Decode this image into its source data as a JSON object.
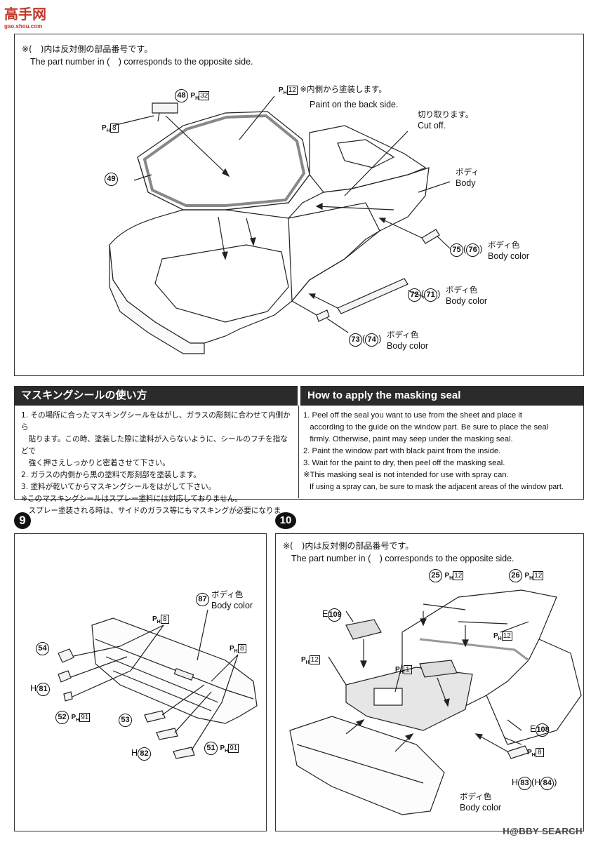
{
  "site_logo": {
    "main": "高手网",
    "sub": "gao.shou.com"
  },
  "top_panel": {
    "note_jp": "※(　)内は反対側の部品番号です。",
    "note_en": "The part number in (　) corresponds to the opposite side.",
    "labels": {
      "p48": "48",
      "p48_ph": "32",
      "ph8": "8",
      "p49": "49",
      "ph12": "12",
      "paint_jp": "※内側から塗装します。",
      "paint_en": "Paint on the back side.",
      "cut_jp": "切り取ります。",
      "cut_en": "Cut off.",
      "body_jp": "ボディ",
      "body_en": "Body",
      "p75": "75",
      "p76": "76",
      "p72": "72",
      "p71": "71",
      "p73": "73",
      "p74": "74",
      "bodycolor_jp": "ボディ色",
      "bodycolor_en": "Body color"
    }
  },
  "howto": {
    "title_jp": "マスキングシールの使い方",
    "title_en": "How to apply the masking seal",
    "jp_lines": [
      "1. その場所に合ったマスキングシールをはがし、ガラスの彫刻に合わせて内側から",
      "　貼ります。この時、塗装した際に塗料が入らないように、シールのフチを指などで",
      "　強く押さえしっかりと密着させて下さい。",
      "2. ガラスの内側から黒の塗料で彫刻部を塗装します。",
      "3. 塗料が乾いてからマスキングシールをはがして下さい。",
      "※このマスキングシールはスプレー塗料には対応しておりません。",
      "　スプレー塗装される時は、サイドのガラス等にもマスキングが必要になります。"
    ],
    "en_lines": [
      "1. Peel off the seal you want to use from the sheet and place it",
      "   according to the guide on the window part. Be sure to place the seal",
      "   firmly. Otherwise, paint may seep under the masking seal.",
      "2. Paint the window part with black paint from the inside.",
      "3. Wait for the paint to dry, then peel off the masking seal.",
      "※This masking seal is not intended for use with spray can.",
      "   If using a spray can, be sure to mask the adjacent areas of the window part."
    ]
  },
  "step9": {
    "number": "9",
    "labels": {
      "p87": "87",
      "bodycolor_jp": "ボディ色",
      "bodycolor_en": "Body color",
      "ph8a": "8",
      "ph8b": "8",
      "p54": "54",
      "h81": "81",
      "p52": "52",
      "ph91a": "91",
      "p53": "53",
      "h82": "82",
      "p51": "51",
      "ph91b": "91",
      "h_prefix": "H"
    }
  },
  "step10": {
    "number": "10",
    "note_jp": "※(　)内は反対側の部品番号です。",
    "note_en": "The part number in (　) corresponds to the opposite side.",
    "labels": {
      "p25": "25",
      "ph12a": "12",
      "p26": "26",
      "ph12b": "12",
      "e109": "109",
      "ph12c": "12",
      "ph12d": "12",
      "ph1": "1",
      "e108": "108",
      "ph8": "8",
      "h83": "83",
      "h84": "84",
      "bodycolor_jp": "ボディ色",
      "bodycolor_en": "Body color",
      "e_prefix": "E",
      "h_prefix": "H"
    }
  },
  "watermark": "H@BBY SEARCH"
}
